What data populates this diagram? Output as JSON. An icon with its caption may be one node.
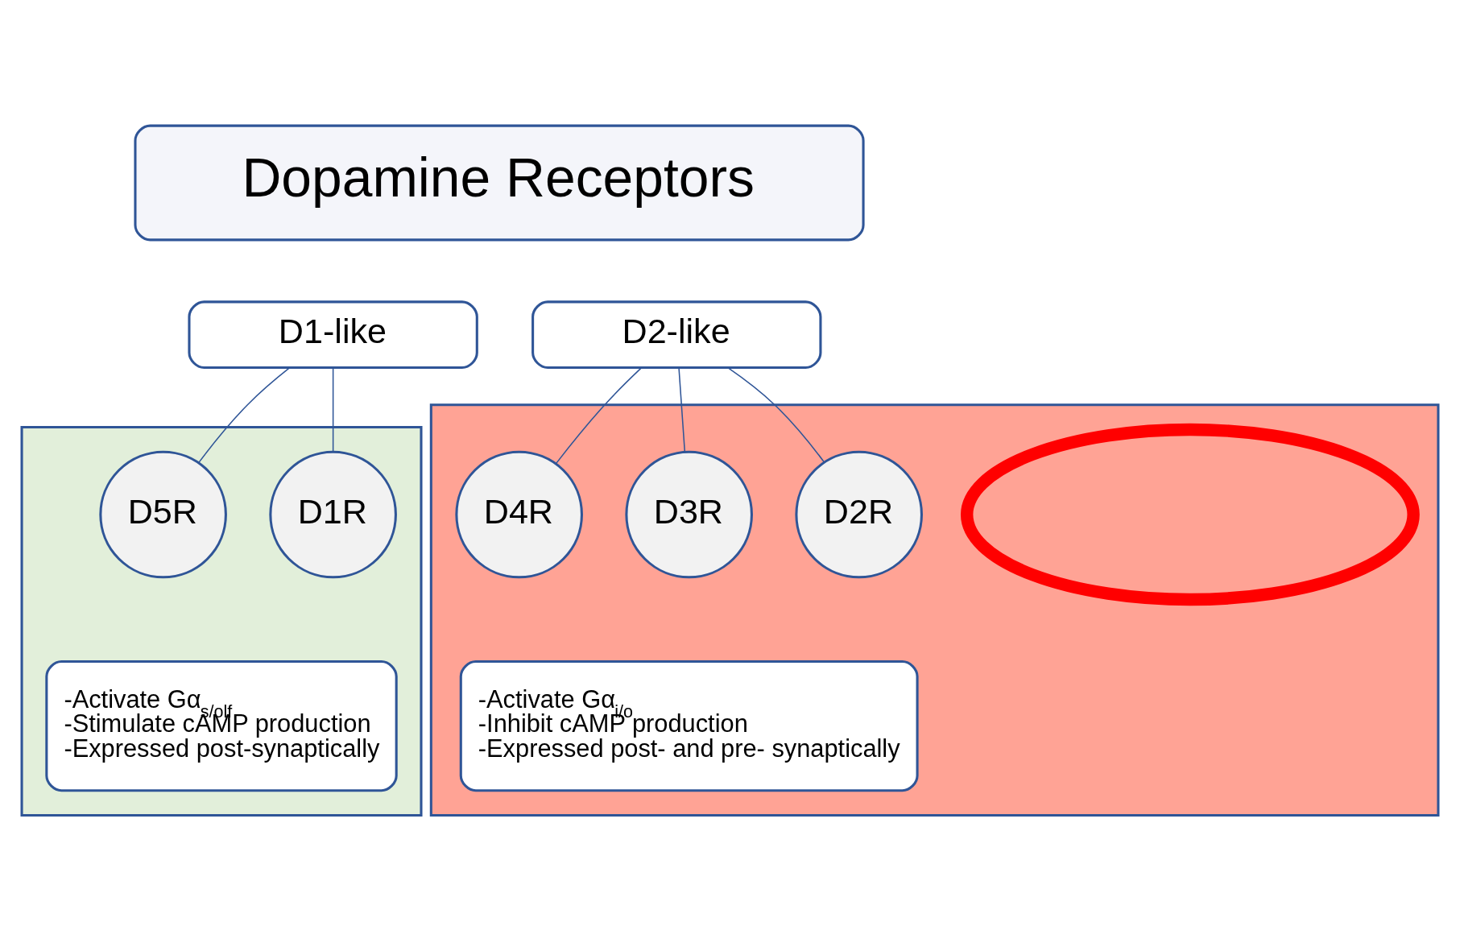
{
  "diagram": {
    "nodes": [
      {
        "text": [
          "Dopamine Receptors"
        ]
      },
      {
        "text": [],
        "shape": "box"
      },
      {
        "text": [
          "D1-like"
        ]
      },
      {
        "text": [
          "D1R"
        ],
        "in": 1
      },
      {
        "text": [
          "D5R"
        ],
        "in": 1
      },
      {
        "text": [
          "-Activate Gα$_{s/olf}$",
          "-Stimulate cAMP production",
          "-Expressed post-synaptically"
        ],
        "in": 1
      },
      {
        "text": [],
        "shape": "box"
      },
      {
        "text": [
          "D2-like"
        ]
      },
      {
        "text": [],
        "shape": "ellipse",
        "in": 6
      },
      {
        "text": [
          "D2R"
        ],
        "in": 6
      },
      {
        "text": [
          "D3R"
        ],
        "in": 6
      },
      {
        "text": [
          "D4R"
        ],
        "in": 6
      },
      {
        "text": [
          "-Activate Gα$_{i/o}$",
          "-Inhibit cAMP production",
          "-Expressed post- and pre- synaptically"
        ],
        "in": 6
      }
    ],
    "edges": [
      {
        "from": 2,
        "to": 3,
        "arrow": "none"
      },
      {
        "from": 2,
        "to": 4,
        "arrow": "none"
      },
      {
        "from": 7,
        "to": 9,
        "arrow": "none"
      },
      {
        "from": 7,
        "to": 10,
        "arrow": "none"
      },
      {
        "from": 7,
        "to": 11,
        "arrow": "none"
      }
    ]
  }
}
